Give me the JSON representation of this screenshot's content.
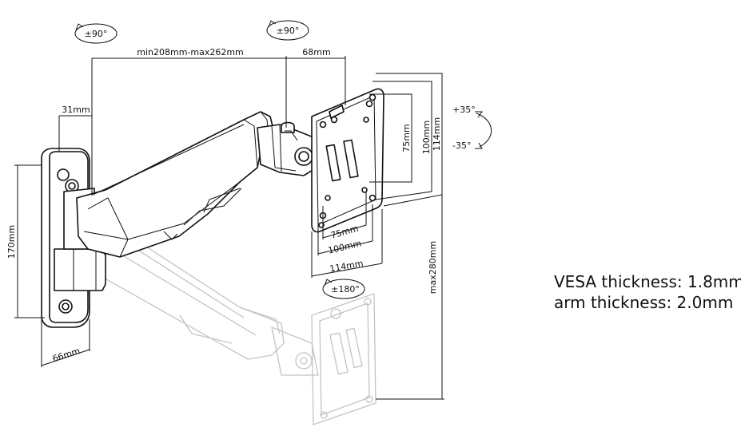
{
  "rotation_labels": {
    "arm_swivel": "±90°",
    "head_swivel": "±90°",
    "tilt_up": "+35°",
    "tilt_down": "-35°",
    "rotation": "±180°"
  },
  "dimensions": {
    "reach": "min208mm-max262mm",
    "head_depth": "68mm",
    "plate_offset": "31mm",
    "plate_height": "170mm",
    "plate_width": "66mm",
    "vesa_v75": "75mm",
    "vesa_v100": "100mm",
    "vesa_v114": "114mm",
    "vesa_h75": "75mm",
    "vesa_h100": "100mm",
    "vesa_h114": "114mm",
    "height_range": "max280mm"
  },
  "specs": {
    "vesa_thickness": "VESA thickness: 1.8mm",
    "arm_thickness": "arm thickness: 2.0mm"
  }
}
